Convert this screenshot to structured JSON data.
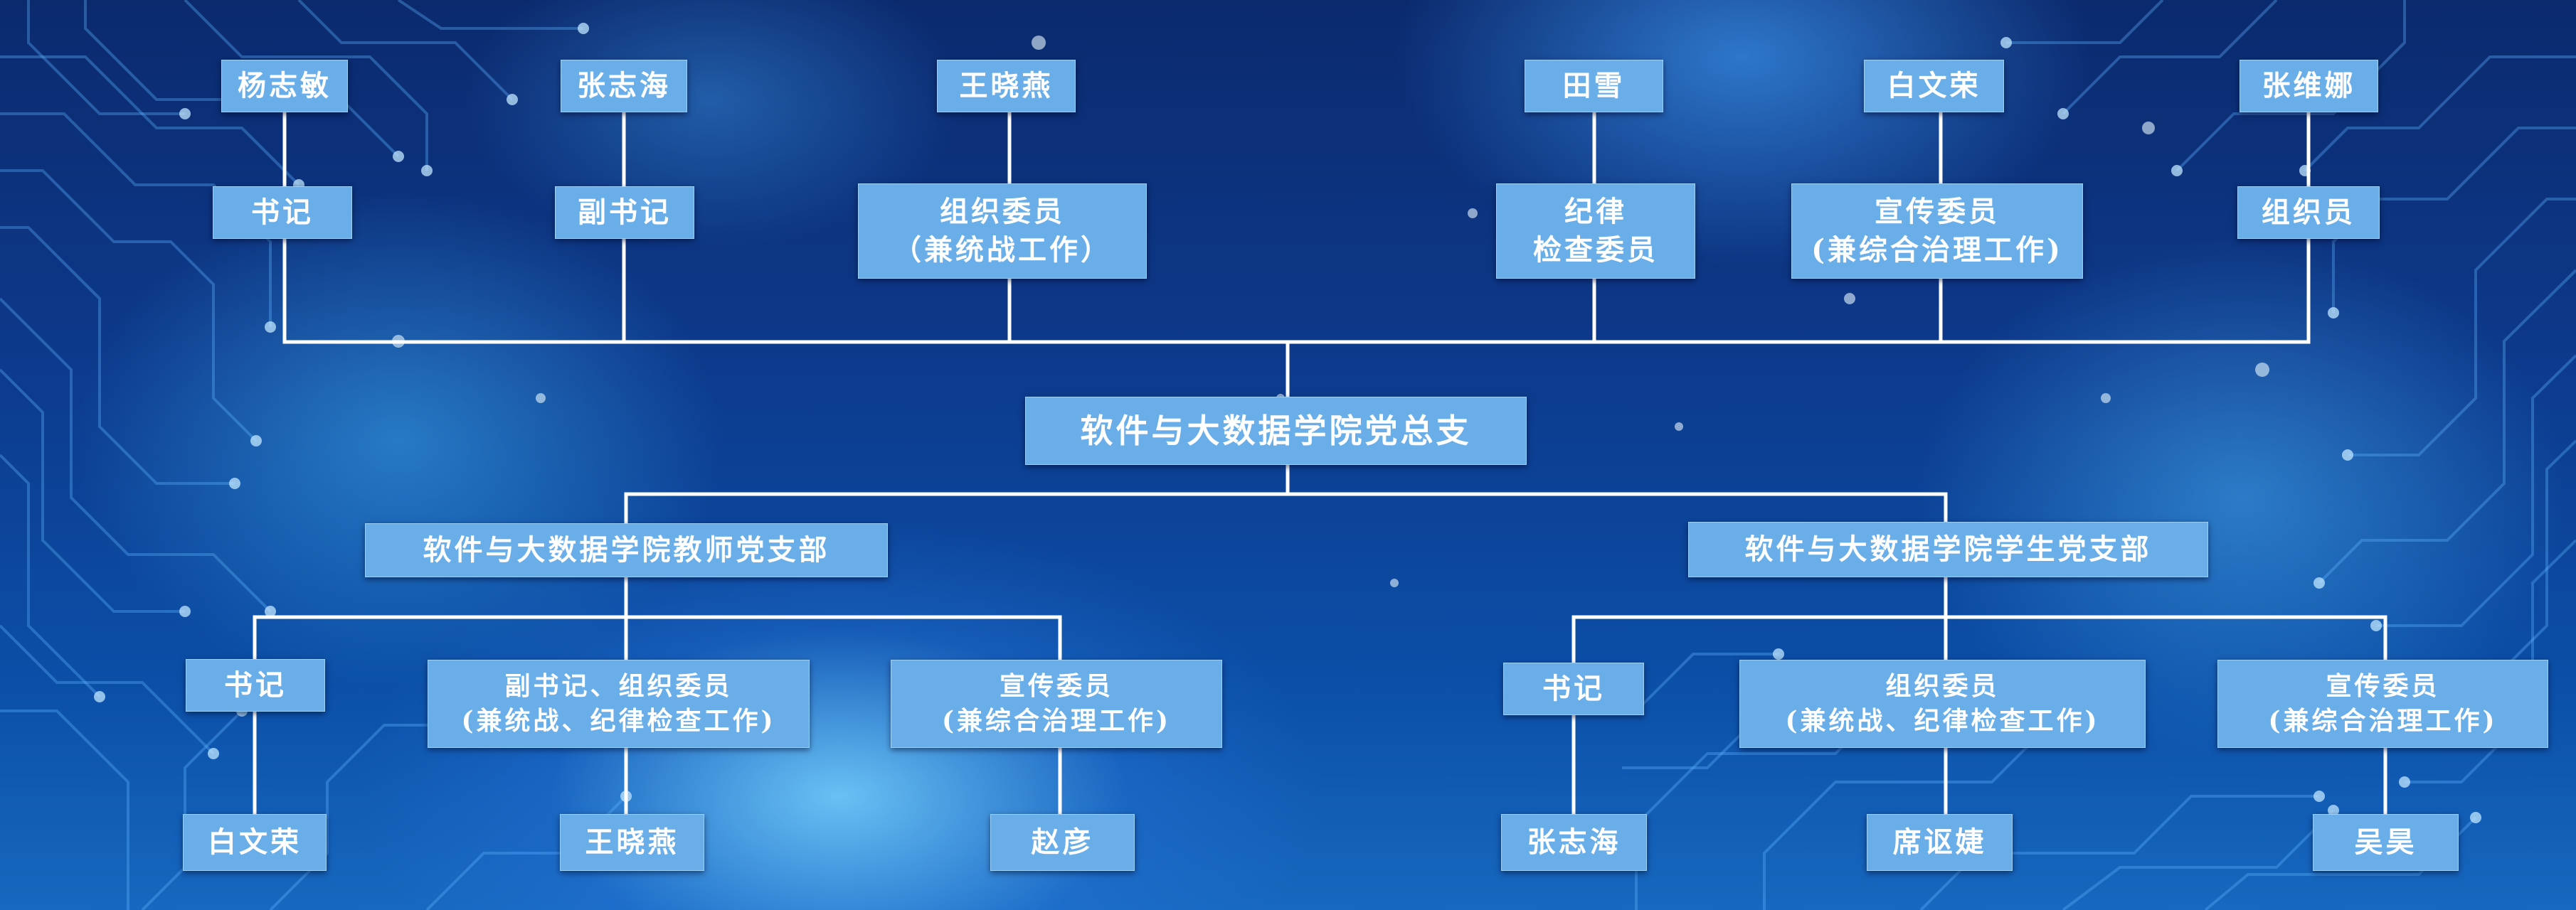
{
  "root": "软件与大数据学院党总支",
  "committee": [
    {
      "role": [
        "书记"
      ],
      "person": "杨志敏"
    },
    {
      "role": [
        "副书记"
      ],
      "person": "张志海"
    },
    {
      "role": [
        "组织委员",
        "（兼统战工作）"
      ],
      "person": "王晓燕"
    },
    {
      "role": [
        "纪律",
        "检查委员"
      ],
      "person": "田雪"
    },
    {
      "role": [
        "宣传委员",
        "(兼综合治理工作)"
      ],
      "person": "白文荣"
    },
    {
      "role": [
        "组织员"
      ],
      "person": "张维娜"
    }
  ],
  "branches": [
    {
      "name": "软件与大数据学院教师党支部",
      "members": [
        {
          "role": [
            "书记"
          ],
          "person": "白文荣"
        },
        {
          "role": [
            "副书记、组织委员",
            "(兼统战、纪律检查工作)"
          ],
          "person": "王晓燕"
        },
        {
          "role": [
            "宣传委员",
            "(兼综合治理工作)"
          ],
          "person": "赵彦"
        }
      ]
    },
    {
      "name": "软件与大数据学院学生党支部",
      "members": [
        {
          "role": [
            "书记"
          ],
          "person": "张志海"
        },
        {
          "role": [
            "组织委员",
            "(兼统战、纪律检查工作)"
          ],
          "person": "席讴婕"
        },
        {
          "role": [
            "宣传委员",
            "(兼综合治理工作)"
          ],
          "person": "吴昊"
        }
      ]
    }
  ],
  "colors": {
    "box": "#6aaee9",
    "line": "#ffffff",
    "bg_dark": "#0b2a6e",
    "glow": "#78d2ff"
  }
}
